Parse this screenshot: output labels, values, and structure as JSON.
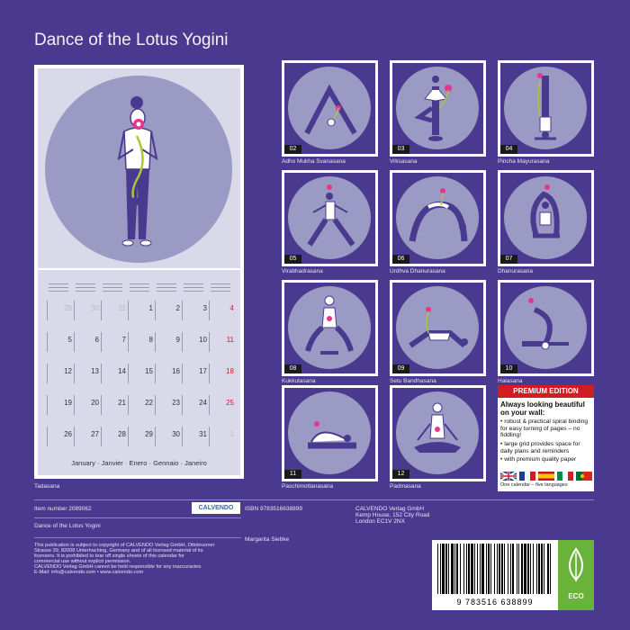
{
  "title": "Dance of the Lotus Yogini",
  "main_caption": "Tadasana",
  "calendar": {
    "months_line": "January · Janvier · Enero · Gennaio · Janeiro",
    "weeks": [
      [
        "29",
        "30",
        "31",
        "1",
        "2",
        "3",
        "4"
      ],
      [
        "5",
        "6",
        "7",
        "8",
        "9",
        "10",
        "11"
      ],
      [
        "12",
        "13",
        "14",
        "15",
        "16",
        "17",
        "18"
      ],
      [
        "19",
        "20",
        "21",
        "22",
        "23",
        "24",
        "25"
      ],
      [
        "26",
        "27",
        "28",
        "29",
        "30",
        "31",
        "1"
      ]
    ]
  },
  "thumbnails": [
    {
      "num": "02",
      "caption": "Adho Mukha Svanasana"
    },
    {
      "num": "03",
      "caption": "Vrksasana"
    },
    {
      "num": "04",
      "caption": "Pincha Mayurasana"
    },
    {
      "num": "05",
      "caption": "Virabhadrasana"
    },
    {
      "num": "06",
      "caption": "Urdhva Dhanurasana"
    },
    {
      "num": "07",
      "caption": "Dhanurasana"
    },
    {
      "num": "08",
      "caption": "Kukkutasana"
    },
    {
      "num": "09",
      "caption": "Setu Bandhasana"
    },
    {
      "num": "10",
      "caption": "Halasana"
    },
    {
      "num": "11",
      "caption": "Paschimottanasana"
    },
    {
      "num": "12",
      "caption": "Padmasana"
    }
  ],
  "premium": {
    "header": "PREMIUM EDITION",
    "intro": "Always looking beautiful on your wall:",
    "items": [
      "• robust & practical spiral binding for easy turning of pages – no fiddling!",
      "• large grid provides space for daily plans and reminders",
      "• with premium quality paper"
    ],
    "languages": "One calendar – five languages"
  },
  "info": {
    "item_number": "Item number 2089062",
    "logo": "CALVENDO",
    "isbn": "ISBN 9783516638899",
    "publisher": [
      "CALVENDO Verlag GmbH",
      "Kemp House, 152 City Road",
      "London EC1V 2NX"
    ],
    "product_title": "Dance of the Lotus Yogini",
    "author": "Margarita Siebke",
    "legal": [
      "This publication is subject to copyright of CALVENDO Verlag GmbH, Ottobrunner",
      "Strasse 39, 82008 Unterhaching, Germany and of all licensed material of its",
      "licensers. It is prohibited to tear off single sheets of this calendar for",
      "commercial use without explicit permission.",
      "CALVENDO Verlag GmbH cannot be held responsible for any inaccuracies.",
      "E-Mail: info@calvendo.com • www.calvendo.com"
    ],
    "barcode_digits": "9 783516 638899",
    "eco_label": "ECO"
  },
  "colors": {
    "background": "#4a3a8f",
    "premium_red": "#d21c24",
    "eco_green": "#6ab33a"
  }
}
